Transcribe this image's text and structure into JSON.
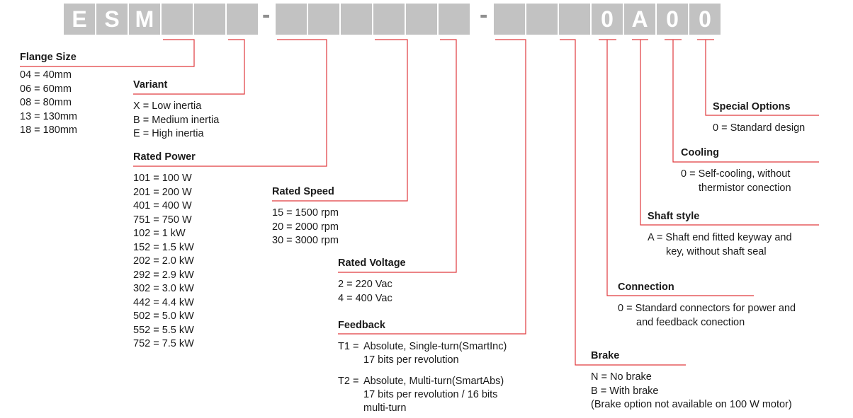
{
  "code": {
    "chars": [
      "E",
      "S",
      "M",
      "",
      "",
      "",
      "",
      "",
      "",
      "",
      "",
      "",
      "0",
      "A",
      "0",
      "0"
    ],
    "dashes": [
      "-",
      "-"
    ]
  },
  "colors": {
    "box": "#c2c2c2",
    "line": "#e03a3e",
    "text": "#1a1a1a"
  },
  "flange": {
    "title": "Flange Size",
    "items": [
      "04 = 40mm",
      "06 = 60mm",
      "08 = 80mm",
      "13 = 130mm",
      "18 = 180mm"
    ]
  },
  "variant": {
    "title": "Variant",
    "items": [
      "X = Low inertia",
      "B = Medium inertia",
      "E = High inertia"
    ]
  },
  "power": {
    "title": "Rated Power",
    "items": [
      "101 = 100 W",
      "201 = 200 W",
      "401 = 400 W",
      "751 = 750 W",
      "102 = 1 kW",
      "152 = 1.5 kW",
      "202 = 2.0 kW",
      "292 = 2.9 kW",
      "302 = 3.0 kW",
      "442 = 4.4 kW",
      "502 = 5.0 kW",
      "552 = 5.5 kW",
      "752 = 7.5 kW"
    ]
  },
  "speed": {
    "title": "Rated Speed",
    "items": [
      "15 = 1500 rpm",
      "20 = 2000 rpm",
      "30 = 3000 rpm"
    ]
  },
  "voltage": {
    "title": "Rated Voltage",
    "items": [
      "2 = 220 Vac",
      "4 = 400 Vac"
    ]
  },
  "feedback": {
    "title": "Feedback",
    "t1_code": "T1 =",
    "t1_lines": [
      "Absolute, Single-turn(SmartInc)",
      "17 bits per revolution"
    ],
    "t2_code": "T2 =",
    "t2_lines": [
      "Absolute, Multi-turn(SmartAbs)",
      "17 bits per revolution / 16 bits",
      "multi-turn"
    ]
  },
  "brake": {
    "title": "Brake",
    "items": [
      "N = No brake",
      "B = With brake",
      "(Brake option not available on 100 W motor)"
    ]
  },
  "connection": {
    "title": "Connection",
    "items": [
      "0 = Standard connectors for power and",
      "and feedback conection"
    ]
  },
  "shaft": {
    "title": "Shaft style",
    "items": [
      "A = Shaft end fitted keyway and",
      "key, without shaft seal"
    ]
  },
  "cooling": {
    "title": "Cooling",
    "items": [
      "0 = Self-cooling, without",
      "thermistor conection"
    ]
  },
  "special": {
    "title": "Special Options",
    "items": [
      "0 = Standard design"
    ]
  }
}
